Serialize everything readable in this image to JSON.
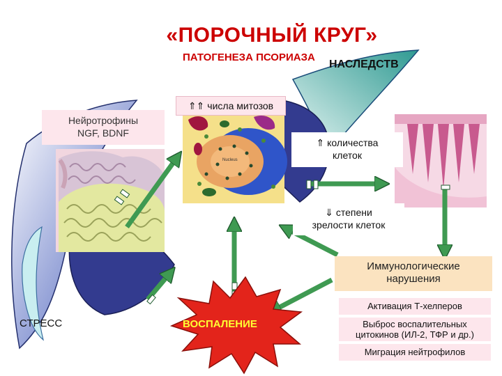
{
  "title": "«ПОРОЧНЫЙ КРУГ»",
  "subtitle": "ПАТОГЕНЕЗА ПСОРИАЗА",
  "heredity": "НАСЛЕДСТВ",
  "mitoses_label": "⇑⇑ числа митозов",
  "neurotrophins": {
    "line1": "Нейротрофины",
    "line2": "NGF, BDNF"
  },
  "cell_count": {
    "line1": "⇑ количества",
    "line2": "клеток"
  },
  "maturity": {
    "line1": "⇓ степени",
    "line2": "зрелости клеток"
  },
  "immune": {
    "line1": "Иммунологические",
    "line2": "нарушения"
  },
  "effects": {
    "th_activation": "Активация Т-хелперов",
    "cytokines_line1": "Выброс воспалительных",
    "cytokines_line2": "цитокинов (ИЛ-2, ТФР и др.)",
    "neutrophils": "Миграция нейтрофилов"
  },
  "stress": "СТРЕСС",
  "inflammation": "ВОСПАЛЕНИЕ",
  "nucleus_label": "Nucleus",
  "colors": {
    "title": "#cc0000",
    "arrow": "#3f9a52",
    "navy": "#333b8f",
    "burst": "#e3241b",
    "burst_text": "#ffff33",
    "pink_box": "#fde6ec",
    "orange_box": "#fbe3c0"
  }
}
